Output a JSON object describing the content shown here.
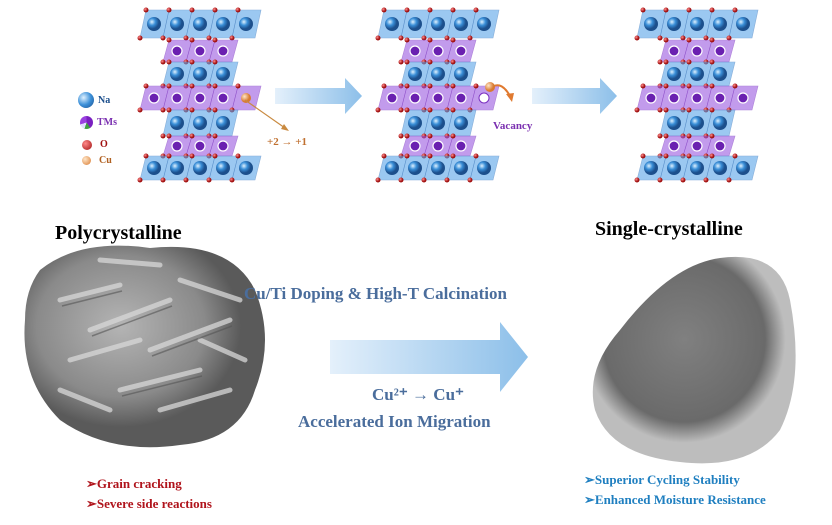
{
  "legend": {
    "na": "Na",
    "tms": "TMs",
    "o": "O",
    "cu": "Cu"
  },
  "valence_change": "+2 → +1",
  "vacancy_label": "Vacancy",
  "poly": {
    "title": "Polycrystalline",
    "issues": [
      "➢Grain cracking",
      "➢Severe side reactions"
    ]
  },
  "single": {
    "title": "Single-crystalline",
    "benefits": [
      "➢Superior Cycling Stability",
      "➢Enhanced Moisture Resistance"
    ]
  },
  "process": {
    "top": "Cu/Ti Doping & High-T Calcination",
    "reaction": "Cu²⁺ → Cu⁺",
    "bottom": "Accelerated Ion Migration"
  },
  "colors": {
    "na": "#3a8fd8",
    "tm": "#8a3fd0",
    "o": "#c01818",
    "cu": "#e89a50",
    "red_text": "#b0141c",
    "blue_text": "#1f7fc0",
    "arrow": "#9cc8ec",
    "process_text": "#4a6d9c"
  }
}
